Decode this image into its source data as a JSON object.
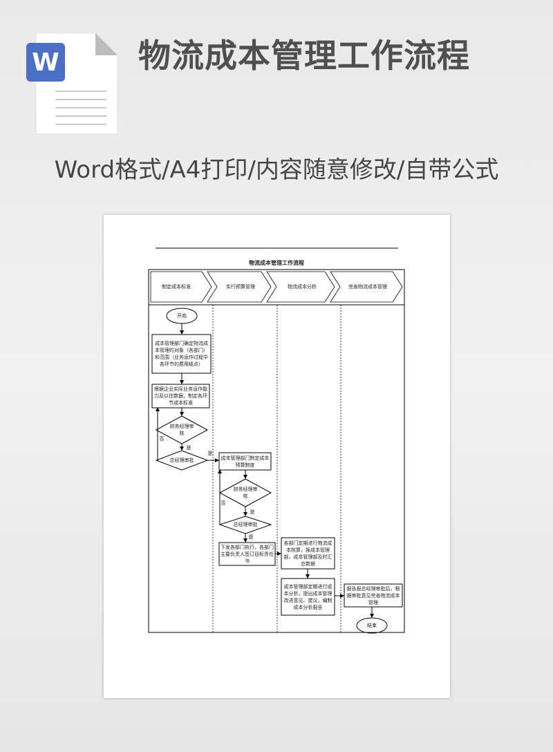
{
  "header": {
    "title": "物流成本管理工作流程",
    "subtitle": "Word格式/A4打印/内容随意修改/自带公式",
    "file_icon_letter": "W",
    "brand_color": "#4a6fc4"
  },
  "document": {
    "title": "物流成本管理工作流程",
    "phases": [
      "制定成本标准",
      "实行预算管理",
      "物流成本分析",
      "完善物流成本管理"
    ],
    "nodes": {
      "start": "开始",
      "box1": "成本管理部门确定物流成本管理的对象（各部门）和范围（业务运作过程中各环节的费用结点）",
      "box2": "根据企业实际业务运作能力及以往数据，制定各环节成本标准",
      "d1": "财务经理审核",
      "d2": "总经理审批",
      "box3": "成本管理部门制定成本预算制度",
      "d3": "财务经理审核",
      "d4": "总经理审批",
      "box4": "下发各部门执行，各部门主要负责人签订目标责任书",
      "box5": "各部门定期进行物流成本核算，报成本管理部，成本管理部及时汇总数据",
      "box6": "成本管理部定期进行成本分析，提出成本管理改进意见、建议，编制成本分析报告",
      "box7": "报告报总经理审批后，根据审批意见完善物流成本管理",
      "end": "结束"
    },
    "labels": {
      "yes": "是",
      "no": "否"
    }
  }
}
